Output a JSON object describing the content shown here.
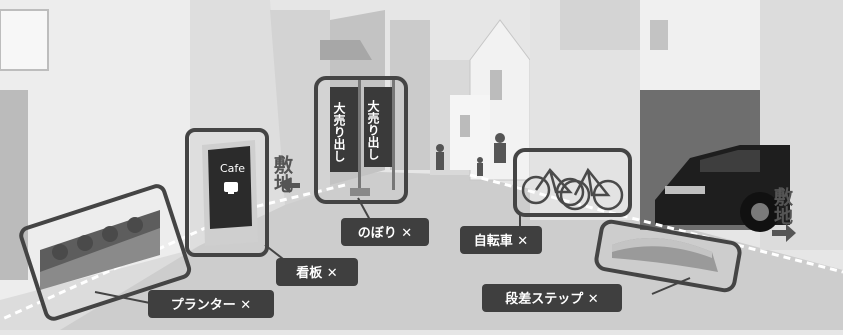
{
  "labels": {
    "planter": "プランター ✕",
    "signboard": "看板 ✕",
    "banner": "のぼり ✕",
    "bicycle": "自転車 ✕",
    "step": "段差ステップ ✕"
  },
  "sign_text": {
    "cafe": "Cafe",
    "banner_1": "大売り出し",
    "banner_2": "大売り出し"
  },
  "property_label": "敷地",
  "colors": {
    "outline": "#444444",
    "label_bg": "#3f3f3f",
    "road": "#cfcfcf",
    "wall_light": "#efefef",
    "wall_dark": "#b5b5b5"
  }
}
